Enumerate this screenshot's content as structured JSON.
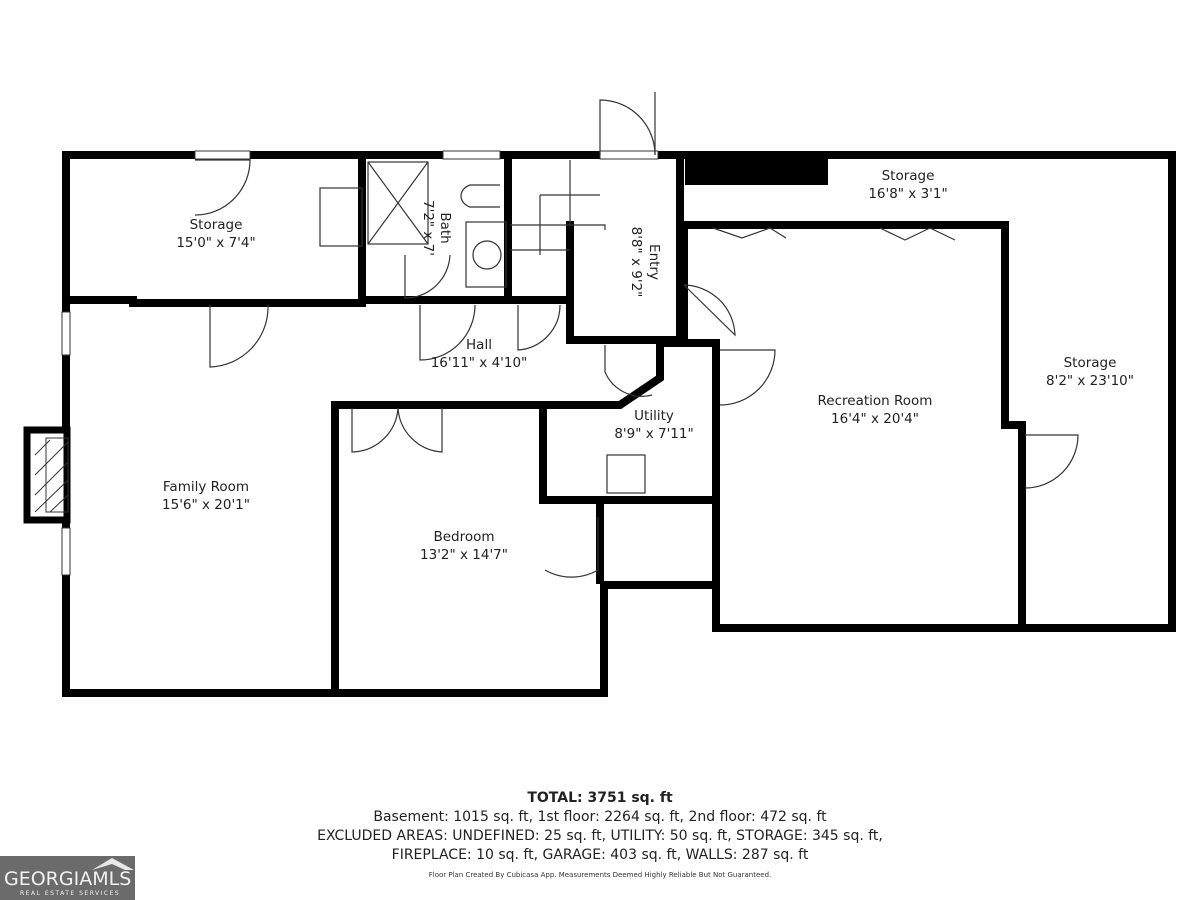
{
  "rooms": {
    "storage_left": {
      "name": "Storage",
      "size": "15'0\" x 7'4\""
    },
    "bath": {
      "name": "Bath",
      "size": "7'2\" x 7'"
    },
    "entry": {
      "name": "Entry",
      "size": "8'8\" x 9'2\""
    },
    "storage_top": {
      "name": "Storage",
      "size": "16'8\" x 3'1\""
    },
    "hall": {
      "name": "Hall",
      "size": "16'11\" x 4'10\""
    },
    "storage_right": {
      "name": "Storage",
      "size": "8'2\" x 23'10\""
    },
    "recreation": {
      "name": "Recreation Room",
      "size": "16'4\" x 20'4\""
    },
    "utility": {
      "name": "Utility",
      "size": "8'9\" x 7'11\""
    },
    "family": {
      "name": "Family Room",
      "size": "15'6\" x 20'1\""
    },
    "bedroom": {
      "name": "Bedroom",
      "size": "13'2\" x 14'7\""
    }
  },
  "summary": {
    "total": "TOTAL: 3751 sq. ft",
    "line1": "Basement: 1015 sq. ft, 1st floor: 2264 sq. ft, 2nd floor: 472 sq. ft",
    "line2": "EXCLUDED AREAS: UNDEFINED: 25 sq. ft, UTILITY: 50 sq. ft, STORAGE: 345 sq. ft,",
    "line3": "FIREPLACE: 10 sq. ft, GARAGE: 403 sq. ft, WALLS: 287 sq. ft",
    "disclaimer": "Floor Plan Created By Cubicasa App. Measurements Deemed Highly Reliable But Not Guaranteed."
  },
  "logo": {
    "name": "GEORGIAMLS",
    "tagline": "REAL ESTATE SERVICES"
  }
}
